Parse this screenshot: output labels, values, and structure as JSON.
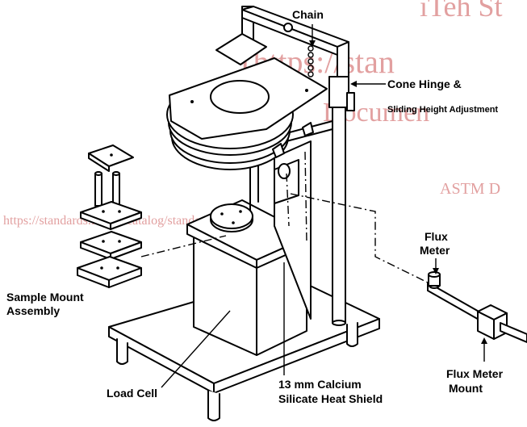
{
  "watermark": {
    "line1": "iTeh St",
    "line2": "(https://stan",
    "line3": "Documen",
    "line4": "ASTM D",
    "url": "https://standards.iteh.ai/catalog/standards/sist/3f0ceb5"
  },
  "labels": {
    "chain": "Chain",
    "cone_hinge": "Cone Hinge &",
    "sliding": "Sliding Height Adjustment",
    "flux_meter_1": "Flux",
    "flux_meter_2": "Meter",
    "sample_mount_1": "Sample Mount",
    "sample_mount_2": "Assembly",
    "load_cell": "Load Cell",
    "heat_shield_1": "13 mm Calcium",
    "heat_shield_2": "Silicate Heat Shield",
    "flux_mount_1": "Flux Meter",
    "flux_mount_2": "Mount"
  }
}
